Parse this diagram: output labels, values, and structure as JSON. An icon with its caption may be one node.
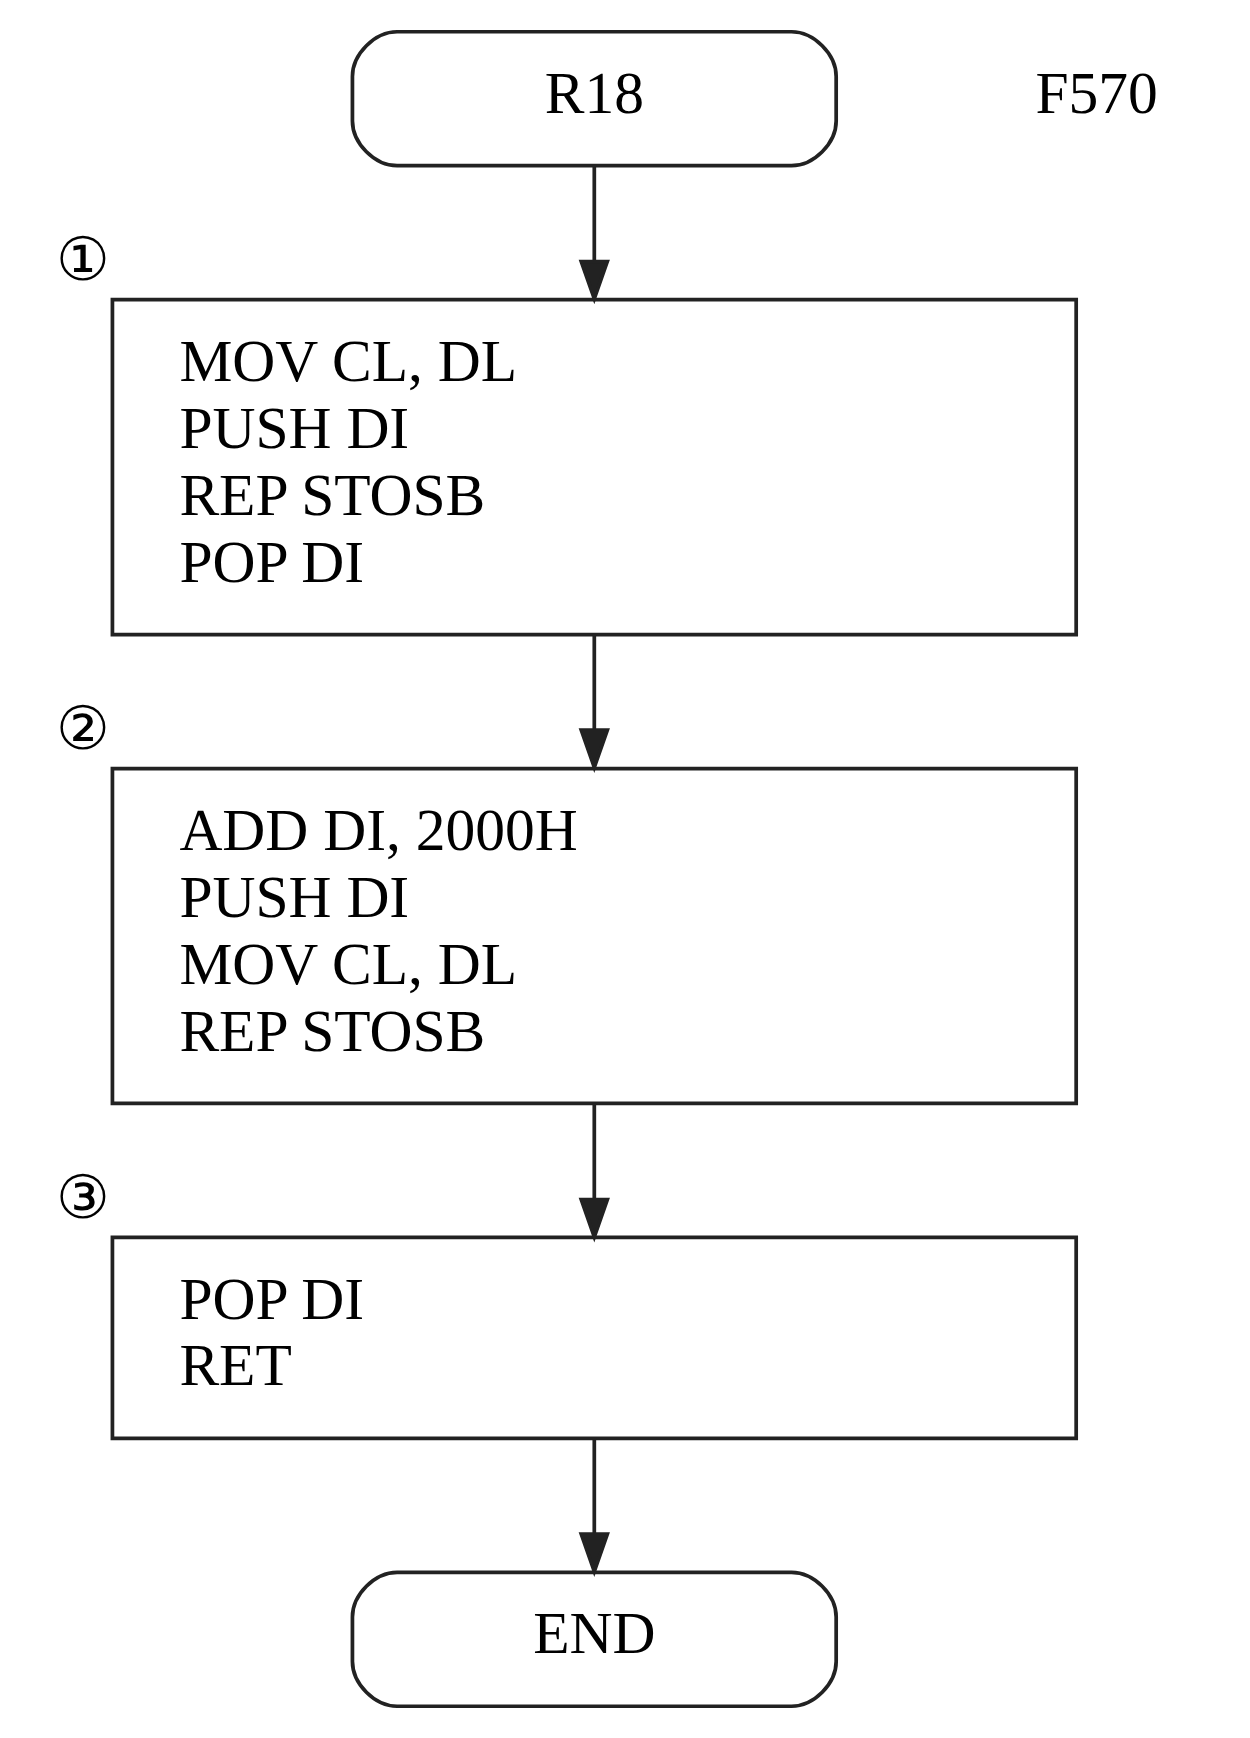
{
  "diagram": {
    "nodes": [
      {
        "text": [
          "R18"
        ]
      },
      {
        "text": [
          "MOV CL, DL",
          "PUSH DI",
          "REP STOSB",
          "POP DI"
        ],
        "beside": [
          "①"
        ]
      },
      {
        "text": [
          "ADD DI, 2000H",
          "PUSH DI",
          "MOV CL, DL",
          "REP STOSB"
        ],
        "beside": [
          "②"
        ]
      },
      {
        "text": [
          "POP DI",
          "RET"
        ],
        "beside": [
          "③"
        ]
      },
      {
        "text": [
          "END"
        ]
      }
    ],
    "edges": [
      {
        "from": 0,
        "to": 1,
        "arrow": "to"
      },
      {
        "from": 1,
        "to": 2,
        "arrow": "to"
      },
      {
        "from": 2,
        "to": 3,
        "arrow": "to"
      },
      {
        "from": 3,
        "to": 4,
        "arrow": "to"
      }
    ],
    "labels": [
      "F570"
    ]
  }
}
